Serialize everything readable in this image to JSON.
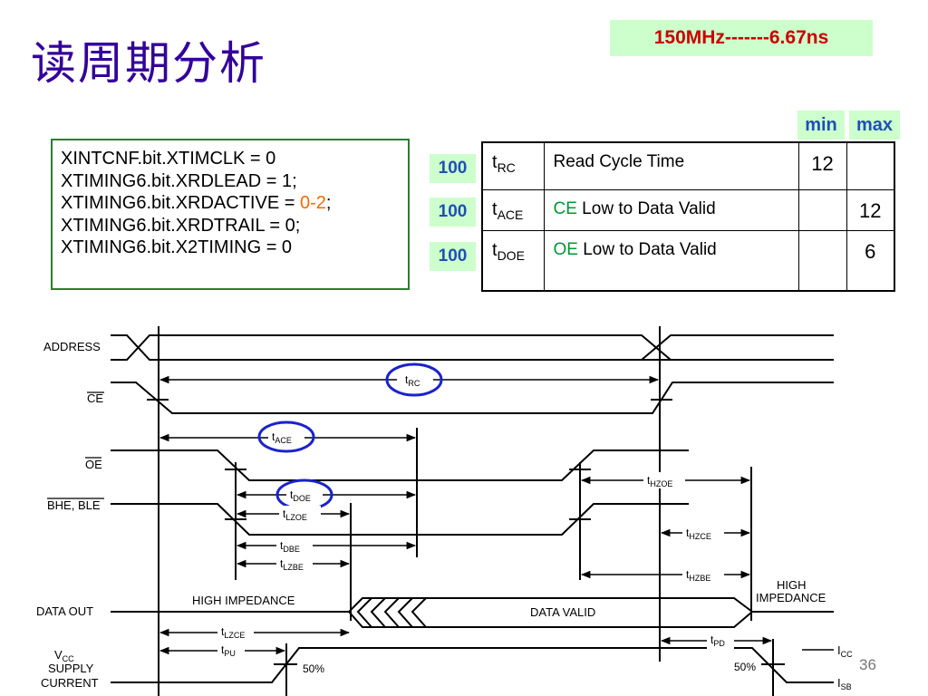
{
  "title": "读周期分析",
  "freq_note": "150MHz-------6.67ns",
  "code_lines": [
    "XINTCNF.bit.XTIMCLK = 0",
    "XTIMING6.bit.XRDLEAD = 1;",
    "XTIMING6.bit.XRDACTIVE = ",
    "0-2",
    ";",
    "XTIMING6.bit.XRDTRAIL = 0;",
    "XTIMING6.bit.X2TIMING = 0"
  ],
  "table": {
    "col_min": "min",
    "col_max": "max",
    "rows": [
      {
        "tag": "100",
        "param": "t",
        "sub": "RC",
        "desc_prefix": "",
        "desc": "Read Cycle Time",
        "min": "12",
        "max": ""
      },
      {
        "tag": "100",
        "param": "t",
        "sub": "ACE",
        "desc_prefix": "CE",
        "desc": " Low to Data Valid",
        "min": "",
        "max": "12"
      },
      {
        "tag": "100",
        "param": "t",
        "sub": "DOE",
        "desc_prefix": "OE",
        "desc": " Low to Data Valid",
        "min": "",
        "max": "6"
      }
    ]
  },
  "diagram": {
    "signals": {
      "address": "ADDRESS",
      "ce": "CE",
      "oe": "OE",
      "bhe": "BHE, BLE",
      "data_out": "DATA OUT",
      "vcc1": "V",
      "vcc1_sub": "CC",
      "vcc2": "SUPPLY",
      "vcc3": "CURRENT"
    },
    "timing_labels": {
      "trc": "t",
      "trc_sub": "RC",
      "tace": "t",
      "tace_sub": "ACE",
      "tdoe": "t",
      "tdoe_sub": "DOE",
      "tlzoe": "t",
      "tlzoe_sub": "LZOE",
      "tdbe": "t",
      "tdbe_sub": "DBE",
      "tlzbe": "t",
      "tlzbe_sub": "LZBE",
      "thzoe": "t",
      "thzoe_sub": "HZOE",
      "thzce": "t",
      "thzce_sub": "HZCE",
      "thzbe": "t",
      "thzbe_sub": "HZBE",
      "tlzce": "t",
      "tlzce_sub": "LZCE",
      "tpu": "t",
      "tpu_sub": "PU",
      "tpd": "t",
      "tpd_sub": "PD"
    },
    "texts": {
      "high_impedance": "HIGH IMPEDANCE",
      "data_valid": "DATA VALID",
      "high": "HIGH",
      "impedance": "IMPEDANCE",
      "pct50_a": "50%",
      "pct50_b": "50%",
      "icc": "I",
      "icc_sub": "CC",
      "isb": "I",
      "isb_sub": "SB"
    }
  },
  "page_number": "36",
  "colors": {
    "title": "#330099",
    "highlight_bg": "#ccffcc",
    "accent_blue": "#1f4fb8",
    "red": "#cc0000",
    "orange": "#ff6600",
    "green": "#009933",
    "circle": "#1a22cc"
  }
}
